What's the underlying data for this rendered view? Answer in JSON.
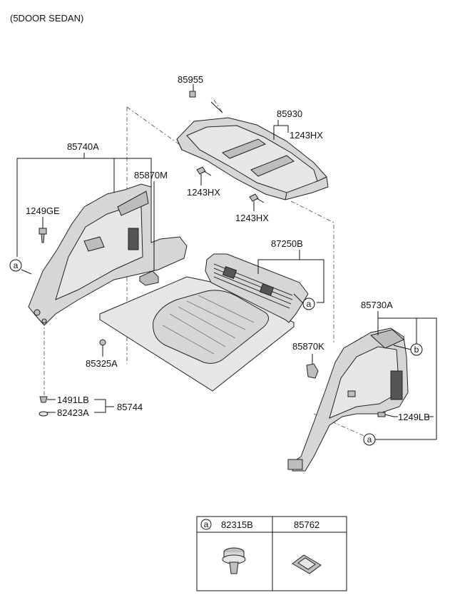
{
  "header": {
    "variant": "(5DOOR SEDAN)"
  },
  "parts": {
    "p85955": "85955",
    "p85930": "85930",
    "p1243hx_a": "1243HX",
    "p1243hx_b": "1243HX",
    "p1243hx_c": "1243HX",
    "p85740a": "85740A",
    "p85870m": "85870M",
    "p1249ge": "1249GE",
    "p87250b": "87250B",
    "p85325a": "85325A",
    "p1491lb": "1491LB",
    "p82423a": "82423A",
    "p85744": "85744",
    "p85730a": "85730A",
    "p85870k": "85870K",
    "p1249lb": "1249LB"
  },
  "callouts": {
    "a": "a",
    "b": "b"
  },
  "legend": {
    "marker": "a",
    "col1": "82315B",
    "col2": "85762"
  }
}
